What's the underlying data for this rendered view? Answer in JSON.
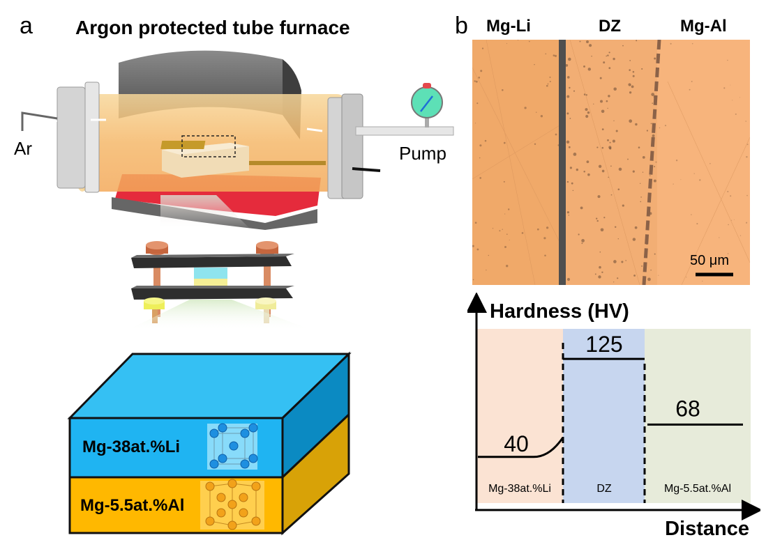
{
  "panel_a": {
    "letter": "a",
    "title": "Argon protected tube furnace",
    "gas_label": "Ar",
    "pump_label": "Pump",
    "layer_top": "Mg-38at.%Li",
    "layer_bottom": "Mg-5.5at.%Al"
  },
  "panel_b": {
    "letter": "b",
    "micro_labels": [
      "Mg-Li",
      "DZ",
      "Mg-Al"
    ],
    "scale_bar": "50 μm"
  },
  "chart_data": {
    "type": "line",
    "title": "",
    "ylabel": "Hardness (HV)",
    "xlabel": "Distance",
    "regions": [
      {
        "name": "Mg-38at.%Li",
        "color": "#fbe3d3"
      },
      {
        "name": "DZ",
        "color": "#c7d6ef"
      },
      {
        "name": "Mg-5.5at.%Al",
        "color": "#e7ebda"
      }
    ],
    "values": [
      {
        "region": "Mg-38at.%Li",
        "hardness": 40,
        "label": "40"
      },
      {
        "region": "DZ",
        "hardness": 125,
        "label": "125"
      },
      {
        "region": "Mg-5.5at.%Al",
        "hardness": 68,
        "label": "68"
      }
    ],
    "grid": false,
    "legend": "none"
  },
  "colors": {
    "argon_tube": "#f5c77e",
    "furnace_heater": "#e8243a",
    "furnace_shell": "#6a6a6a",
    "li_layer": "#2bb6f0",
    "al_layer": "#f7b500",
    "micro_background": "#f2ae74"
  }
}
